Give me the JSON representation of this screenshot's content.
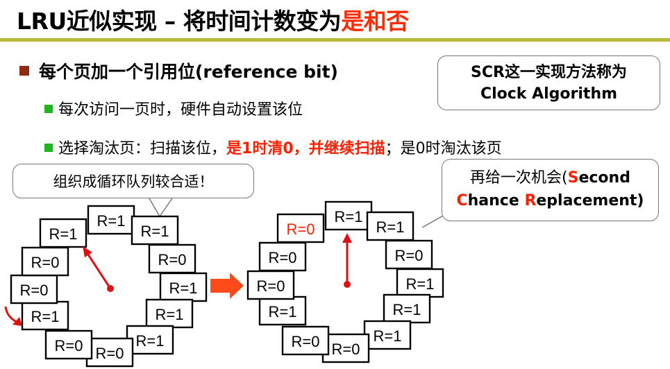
{
  "title": {
    "main": "LRU近似实现 – 将时间计数变为",
    "highlight": "是和否"
  },
  "bullets": {
    "main": "每个页加一个引用位(reference bit)",
    "sub1": "每次访问一页时，硬件自动设置该位",
    "sub2_a": "选择淘汰页：扫描该位，",
    "sub2_red": "是1时清0，并继续扫描",
    "sub2_b": "；是0时淘汰该页"
  },
  "callouts": {
    "scr_line1": "SCR这一实现方法称为",
    "scr_line2": "Clock Algorithm",
    "organize": "组织成循环队列较合适！",
    "sc_a": "再给一次机会(",
    "sc_S": "S",
    "sc_b": "econd",
    "sc_C": "C",
    "sc_c": "hance ",
    "sc_R": "R",
    "sc_d": "eplacement)"
  },
  "colors": {
    "accent_red": "#ff1e00",
    "title_rule": "#b9b936",
    "arrow": "#e01010",
    "block_arrow": "#ff4a1a"
  },
  "clock_left": {
    "frames": [
      "R=1",
      "R=1",
      "R=0",
      "R=1",
      "R=1",
      "R=1",
      "R=0",
      "R=0",
      "R=1",
      "R=0",
      "R=0",
      "R=1"
    ]
  },
  "clock_right": {
    "frames": [
      "R=1",
      "R=1",
      "R=0",
      "R=1",
      "R=1",
      "R=1",
      "R=0",
      "R=0",
      "R=1",
      "R=0",
      "R=0",
      "R=0"
    ]
  }
}
